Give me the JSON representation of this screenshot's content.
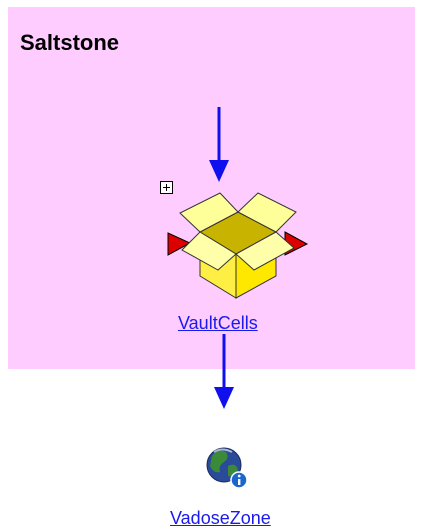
{
  "container": {
    "title": "Saltstone",
    "color": "#ffccff"
  },
  "nodes": [
    {
      "id": "vault",
      "label": "VaultCells",
      "icon": "open-box-icon",
      "has_expand_toggle": true
    },
    {
      "id": "vadose",
      "label": "VadoseZone",
      "icon": "globe-info-icon",
      "has_expand_toggle": false
    }
  ],
  "edges": [
    {
      "from": "",
      "to": "VaultCells"
    },
    {
      "from": "VaultCells",
      "to": "VadoseZone"
    }
  ],
  "colors": {
    "arrow": "#1010ee",
    "link": "#1a1aee",
    "port": "#dd0000"
  }
}
